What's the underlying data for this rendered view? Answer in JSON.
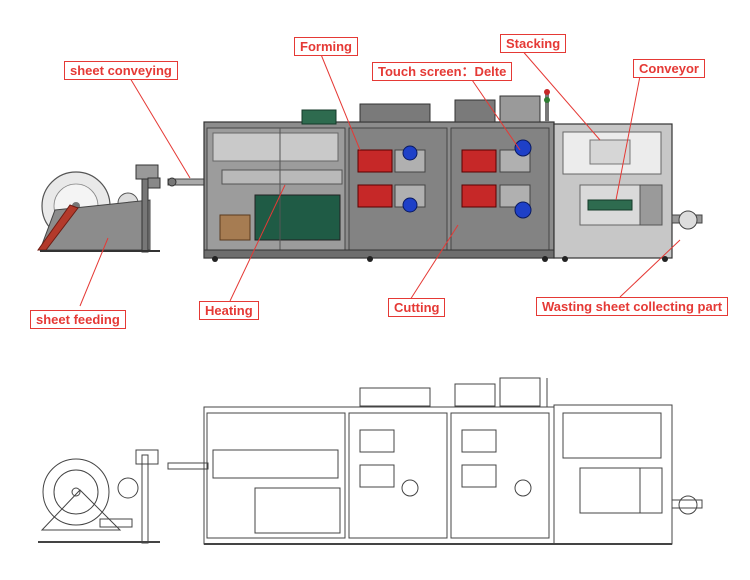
{
  "labels": {
    "forming": "Forming",
    "stacking": "Stacking",
    "touch_screen": "Touch screen：Delte",
    "conveyor": "Conveyor",
    "sheet_conveying": "sheet conveying",
    "heating": "Heating",
    "cutting": "Cutting",
    "wasting": "Wasting sheet collecting part",
    "sheet_feeding": "sheet feeding"
  },
  "colors": {
    "label_red": "#e53935",
    "machine_gray": "#8a8a8a",
    "machine_dark": "#5f5f5f",
    "accent_red": "#c62828",
    "accent_blue": "#1e40c8",
    "panel_green": "#2e6b4f"
  }
}
